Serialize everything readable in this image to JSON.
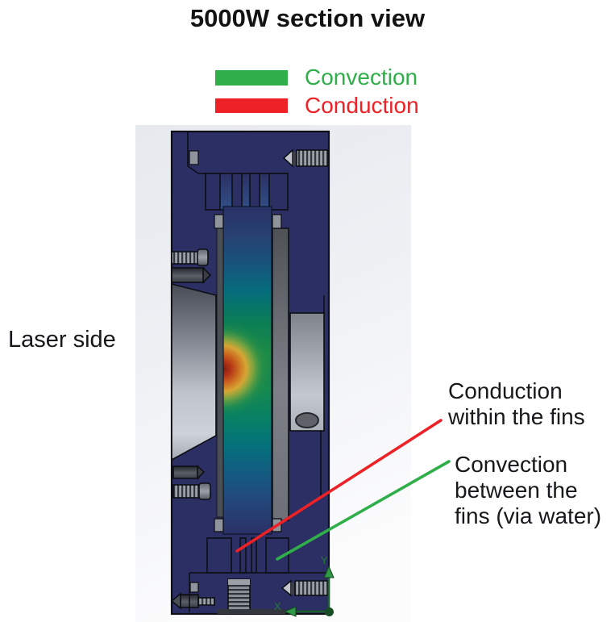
{
  "title": "5000W section view",
  "legend": {
    "items": [
      {
        "label": "Convection",
        "color": "#2fae4a"
      },
      {
        "label": "Conduction",
        "color": "#ed2126"
      }
    ]
  },
  "labels": {
    "laser_side": "Laser side"
  },
  "annotations": {
    "conduction": {
      "lines": [
        "Conduction",
        "within the fins"
      ],
      "color": "#ed2126"
    },
    "convection": {
      "lines": [
        "Convection",
        "between the",
        "fins (via water)"
      ],
      "color": "#2fae4a"
    }
  },
  "triad": {
    "x_label": "X",
    "y_label": "Y",
    "label_color": "#247a36",
    "axis_color": "#1c5f2c",
    "arrow_color": "#2e9944"
  },
  "colors": {
    "body_navy": "#2b2f63",
    "outline": "#0d0f15",
    "thermal_cool_navy": "#2b3166",
    "thermal_blue": "#274172",
    "thermal_teal": "#04717b",
    "thermal_green": "#1c8b46",
    "thermal_yellow": "#d6a735",
    "thermal_orange": "#cc6c20",
    "thermal_hot_red": "#b23317",
    "viewport_gray": "#e6e9ee"
  }
}
